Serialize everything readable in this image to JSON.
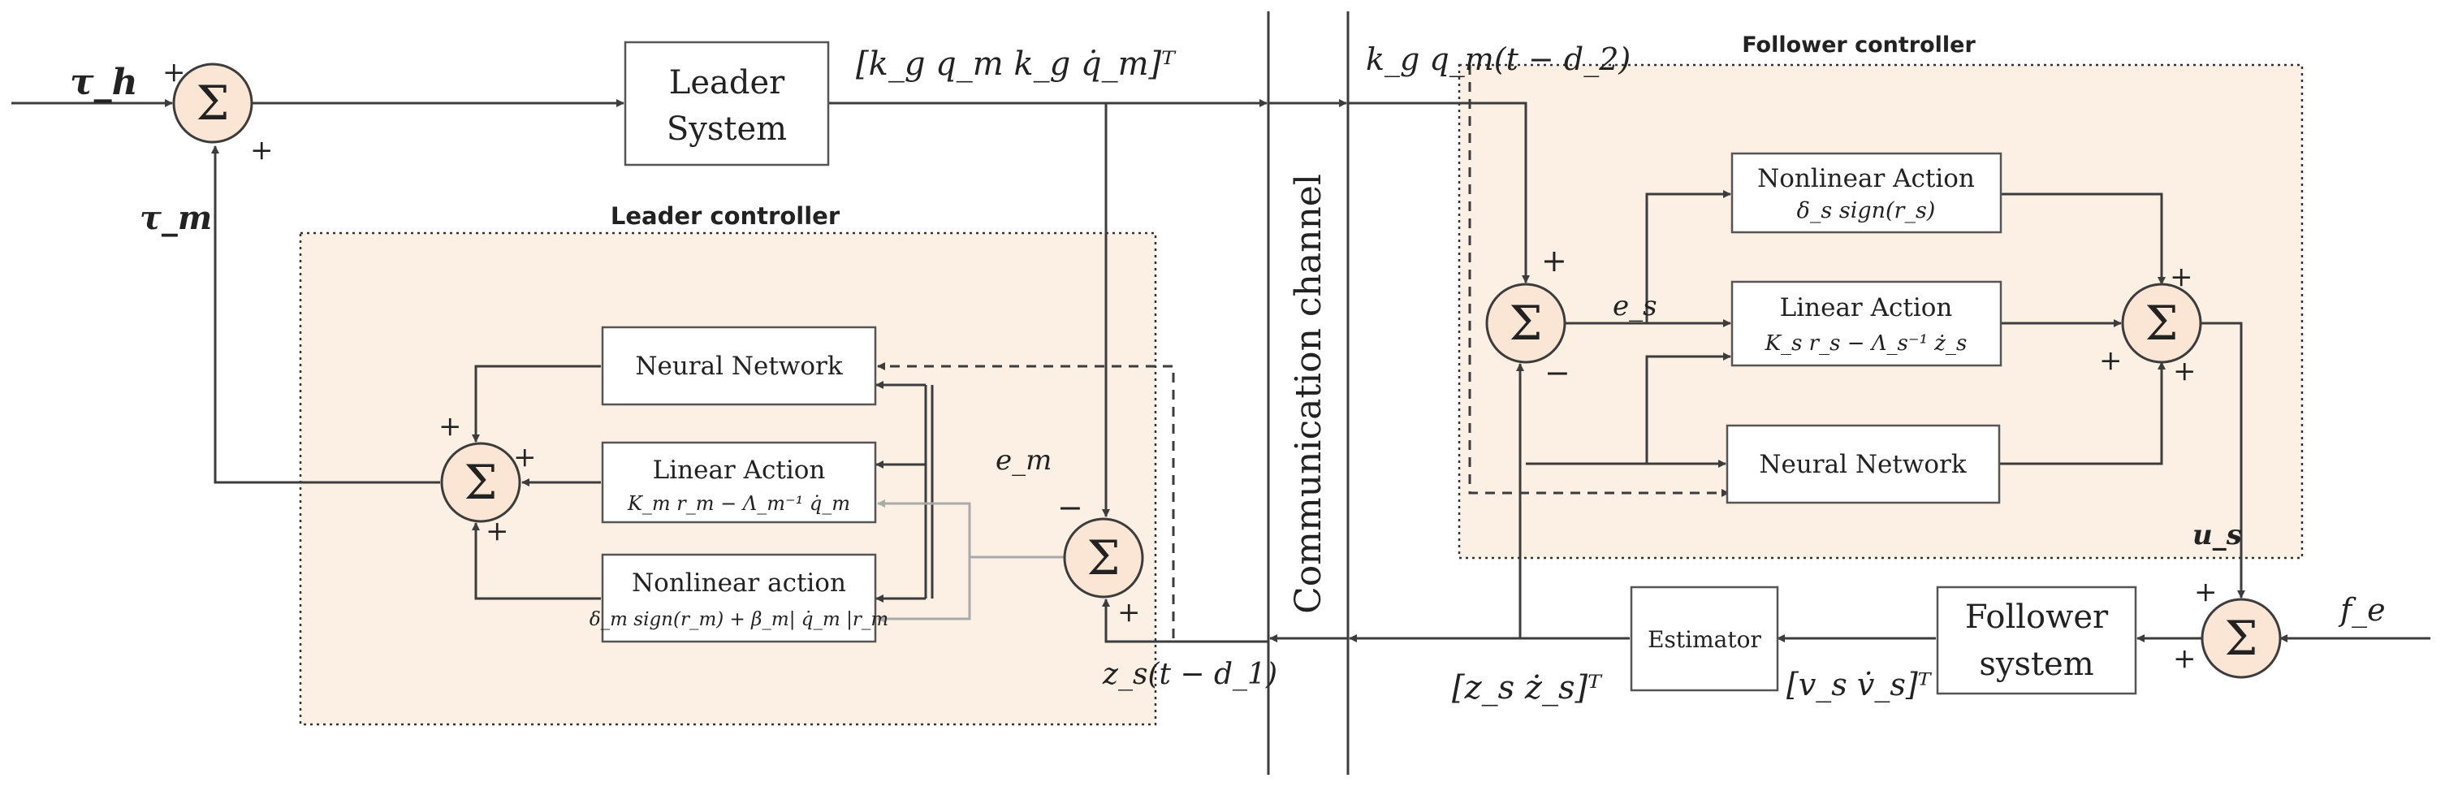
{
  "regions": {
    "leader_controller": "Leader controller",
    "follower_controller": "Follower controller"
  },
  "blocks": {
    "leader_system": [
      "Leader",
      "System"
    ],
    "leader_neural_network": "Neural Network",
    "leader_linear_action": "Linear Action",
    "leader_linear_formula": "K_m r_m − Λ_m⁻¹ q̇_m",
    "leader_nonlinear_action": "Nonlinear action",
    "leader_nonlinear_formula": "δ_m sign(r_m) + β_m| q̇_m |r_m",
    "communication_channel": "Communication  channel",
    "follower_nonlinear_action": "Nonlinear Action",
    "follower_nonlinear_formula": "δ_s sign(r_s)",
    "follower_linear_action": "Linear Action",
    "follower_linear_formula": "K_s r_s − Λ_s⁻¹ ż_s",
    "follower_neural_network": "Neural Network",
    "estimator": "Estimator",
    "follower_system": [
      "Follower",
      "system"
    ]
  },
  "signals": {
    "tau_h": "τ_h",
    "tau_m": "τ_m",
    "leader_output": "[k_g q_m  k_g q̇_m]ᵀ",
    "delayed_leader": "k_g q_m(t − d_2)",
    "e_m": "e_m",
    "e_s": "e_s",
    "z_s_delayed": "z_s(t − d_1)",
    "z_vec": "[z_s     ż_s]ᵀ",
    "v_vec": "[v_s  v̇_s]ᵀ",
    "u_s": "u_s",
    "f_e": "f_e",
    "sum_symbol": "Σ"
  },
  "signs": {
    "s1_top": "+",
    "s1_bottom": "+",
    "s2_top": "+",
    "s2_right": "+",
    "s2_bottom": "+",
    "s3_left": "−",
    "s3_bottom": "+",
    "s4_top": "+",
    "s4_bottom": "−",
    "s5_top": "+",
    "s5_left": "+",
    "s5_bottom": "+",
    "s6_top": "+",
    "s6_bottom": "+"
  },
  "colors": {
    "region_fill": "#fcefe3",
    "sum_fill": "#fbe5d4",
    "line": "#3c3c3c",
    "feedback_gray": "#aaaaaa"
  }
}
